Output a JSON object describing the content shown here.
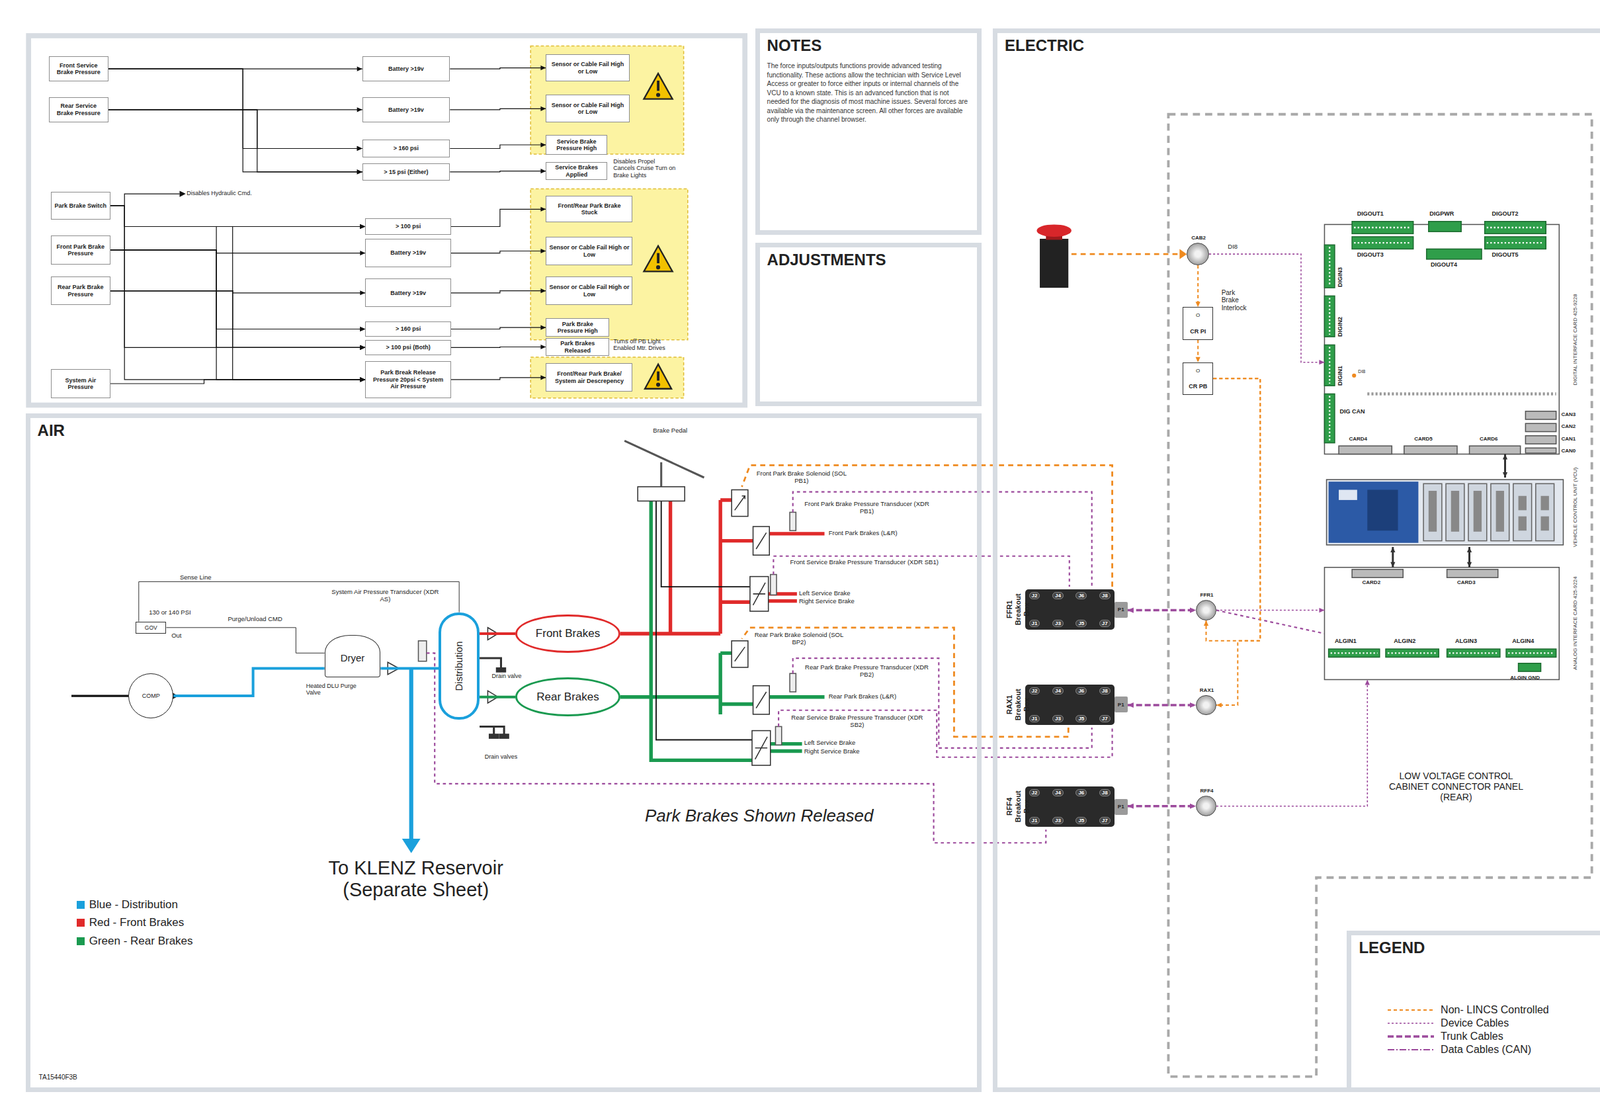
{
  "diagram": {
    "nodes": [
      {
        "text": [
          "Front Service Brake Pressure"
        ]
      },
      {
        "text": [
          "Battery >19v"
        ]
      },
      {
        "text": [
          "Sensor or Cable Fail High or Low"
        ]
      },
      {
        "text": [
          "Rear Service Brake Pressure"
        ]
      },
      {
        "text": [
          "Battery >19v"
        ]
      },
      {
        "text": [
          "Sensor or Cable Fail High or Low"
        ]
      },
      {
        "text": [
          "> 160 psi"
        ]
      },
      {
        "text": [
          "Service Brake Pressure High"
        ]
      },
      {
        "text": [
          "> 15 psi (Either)"
        ]
      },
      {
        "text": [
          "Service Brakes Applied"
        ]
      },
      {
        "text": [
          "Park Brake Switch"
        ]
      },
      {
        "text": [
          "> 100 psi"
        ]
      },
      {
        "text": [
          "Front/Rear Park Brake Stuck"
        ]
      },
      {
        "text": [
          "Front Park Brake Pressure"
        ]
      },
      {
        "text": [
          "Battery >19v"
        ]
      },
      {
        "text": [
          "Sensor or Cable Fail High or Low"
        ]
      },
      {
        "text": [
          "Rear Park Brake Pressure"
        ]
      },
      {
        "text": [
          "Battery >19v"
        ]
      },
      {
        "text": [
          "Sensor or Cable Fail High or Low"
        ]
      },
      {
        "text": [
          "> 160 psi"
        ]
      },
      {
        "text": [
          "Park Brake Pressure High"
        ]
      },
      {
        "text": [
          "> 100 psi (Both)"
        ]
      },
      {
        "text": [
          "Park Brakes Released"
        ]
      },
      {
        "text": [
          "System Air Pressure"
        ]
      },
      {
        "text": [
          "Park Break Release Pressure 20psi < System Air Pressure"
        ]
      },
      {
        "text": [
          "Front/Rear Park Brake/ System air Descrepency"
        ]
      },
      {
        "text": [
          "NOTES",
          "The force inputs/outputs functions provide advanced testing functionality. These actions allow the technician with Service Level Access or greater to force either inputs or internal channels of the VCU to a known state. This is an advanced function that is not needed for the diagnosis of most machine issues. Several forces are available via the maintenance screen. All other forces are available only through the channel browser."
        ]
      },
      {
        "text": [
          "ADJUSTMENTS"
        ]
      },
      {
        "text": [
          "AIR"
        ]
      },
      {
        "text": [
          "Front Brakes"
        ],
        "in": 28
      },
      {
        "text": [
          "Rear Brakes"
        ],
        "in": 28
      },
      {
        "text": [
          "Distribution"
        ],
        "in": 28
      },
      {
        "text": [
          "Dryer"
        ],
        "in": 28
      },
      {
        "text": [
          "GOV"
        ],
        "in": 28
      },
      {
        "text": [
          "COMP"
        ],
        "in": 28
      },
      {
        "text": [
          "ELECTRIC"
        ]
      },
      {
        "text": [
          "CAB2"
        ],
        "in": 35
      },
      {
        "text": [
          "O",
          "CR PI"
        ],
        "in": 35
      },
      {
        "text": [
          "O",
          "CR PB"
        ],
        "in": 35
      },
      {
        "text": [
          "DIGITAL INTERFACE CARD 425-9228"
        ],
        "in": 35
      },
      {
        "text": [
          "VEHICLE CONTROL UNIT (VCU)"
        ],
        "in": 35
      },
      {
        "text": [
          "ANALOG INTERFACE CARD 425-9224"
        ],
        "in": 35
      },
      {
        "text": [
          "FFR1 Breakout Box",
          "J2",
          "J4",
          "J6",
          "J8",
          "J1",
          "J3",
          "J5",
          "J7",
          "P1"
        ],
        "in": 35
      },
      {
        "text": [
          "RAX1 Breakout Box",
          "J2",
          "J4",
          "J6",
          "J8",
          "J1",
          "J3",
          "J5",
          "J7",
          "P1"
        ],
        "in": 35
      },
      {
        "text": [
          "RFF4 Breakout Box",
          "J2",
          "J4",
          "J6",
          "J8",
          "J1",
          "J3",
          "J5",
          "J7",
          "P1"
        ],
        "in": 35
      },
      {
        "text": [
          "FFR1"
        ],
        "in": 35
      },
      {
        "text": [
          "RAX1"
        ],
        "in": 35
      },
      {
        "text": [
          "RFF4"
        ],
        "in": 35
      },
      {
        "text": [
          "LEGEND"
        ],
        "in": 35
      }
    ],
    "edges": [
      {
        "from": 0,
        "to": 1,
        "arrow": "to"
      },
      {
        "from": 0,
        "to": 6,
        "arrow": "to"
      },
      {
        "from": 0,
        "to": 8,
        "arrow": "to"
      },
      {
        "from": 3,
        "to": 4,
        "arrow": "to"
      },
      {
        "from": 3,
        "to": 6,
        "arrow": "to"
      },
      {
        "from": 3,
        "to": 8,
        "arrow": "to"
      },
      {
        "from": 1,
        "to": 2,
        "arrow": "to"
      },
      {
        "from": 4,
        "to": 5,
        "arrow": "to"
      },
      {
        "from": 6,
        "to": 7,
        "arrow": "to"
      },
      {
        "from": 8,
        "to": 9,
        "arrow": "to"
      },
      {
        "from": 10,
        "to": 11,
        "arrow": "to"
      },
      {
        "from": 10,
        "to": 21,
        "arrow": "to"
      },
      {
        "from": 10,
        "to": 24,
        "arrow": "to"
      },
      {
        "from": 13,
        "to": 11,
        "arrow": "to"
      },
      {
        "from": 13,
        "to": 14,
        "arrow": "to"
      },
      {
        "from": 13,
        "to": 19,
        "arrow": "to"
      },
      {
        "from": 13,
        "to": 21,
        "arrow": "to"
      },
      {
        "from": 13,
        "to": 24,
        "arrow": "to"
      },
      {
        "from": 16,
        "to": 11,
        "arrow": "to"
      },
      {
        "from": 16,
        "to": 17,
        "arrow": "to"
      },
      {
        "from": 16,
        "to": 19,
        "arrow": "to"
      },
      {
        "from": 16,
        "to": 21,
        "arrow": "to"
      },
      {
        "from": 16,
        "to": 24,
        "arrow": "to"
      },
      {
        "from": 23,
        "to": 24,
        "arrow": "to"
      },
      {
        "from": 11,
        "to": 12,
        "arrow": "to"
      },
      {
        "from": 14,
        "to": 15,
        "arrow": "to"
      },
      {
        "from": 17,
        "to": 18,
        "arrow": "to"
      },
      {
        "from": 19,
        "to": 20,
        "arrow": "to"
      },
      {
        "from": 21,
        "to": 22,
        "arrow": "to"
      },
      {
        "from": 24,
        "to": 25,
        "arrow": "to"
      },
      {
        "from": 34,
        "to": 32,
        "arrow": "none"
      },
      {
        "from": 32,
        "to": 31,
        "arrow": "none"
      },
      {
        "from": 31,
        "to": 29,
        "arrow": "none"
      },
      {
        "from": 31,
        "to": 30,
        "arrow": "none"
      },
      {
        "from": 33,
        "to": 32,
        "label": "Purge/Unload CMD",
        "arrow": "none"
      },
      {
        "from": 33,
        "to": 31,
        "label": "Sense Line",
        "arrow": "none"
      },
      {
        "from": 36,
        "to": 37,
        "arrow": "to"
      },
      {
        "from": 37,
        "to": 38,
        "arrow": "to"
      },
      {
        "from": 36,
        "to": 39,
        "label": "DI8",
        "arrow": "to"
      },
      {
        "from": 38,
        "to": 45,
        "arrow": "to"
      },
      {
        "from": 38,
        "to": 46,
        "arrow": "to"
      },
      {
        "from": 42,
        "to": 45,
        "arrow": "both"
      },
      {
        "from": 43,
        "to": 46,
        "arrow": "both"
      },
      {
        "from": 44,
        "to": 47,
        "arrow": "both"
      },
      {
        "from": 45,
        "to": 41,
        "arrow": "to"
      },
      {
        "from": 47,
        "to": 41,
        "arrow": "to"
      },
      {
        "from": 40,
        "to": 39,
        "arrow": "both"
      },
      {
        "from": 40,
        "to": 41,
        "arrow": "both"
      },
      {
        "from": 40,
        "to": 41,
        "arrow": "both"
      }
    ],
    "labels": [
      "Disables Hydraulic Cmd.",
      "Disables Propel Cancels Cruise Turn on Brake Lights",
      "Turns off PB Light Enabled Mtr. Drives",
      "Brake Pedal",
      "Front Park Brake Solenoid (SOL PB1)",
      "Front Park Brake Pressure Transducer (XDR PB1)",
      "Front Park Brakes (L&R)",
      "Front Service Brake Pressure Transducer (XDR SB1)",
      "Left Service Brake",
      "Right Service Brake",
      "Rear Park Brake Solenoid (SOL BP2)",
      "Rear Park Brake Pressure Transducer (XDR PB2)",
      "Rear Park Brakes (L&R)",
      "Rear Service Brake Pressure Transducer (XDR SB2)",
      "Left Service Brake",
      "Right Service Brake",
      "System Air Pressure Transducer (XDR AS)",
      "130 or 140 PSI",
      "Out",
      "Heated DLU Purge Valve",
      "Drain valve",
      "Drain valves",
      "Park Brakes Shown Released",
      "To KLENZ Reservoir (Separate Sheet)",
      "TA15440F3B",
      "Park Brake Interlock",
      "DIGOUT1",
      "DIGPWR",
      "DIGOUT2",
      "DIGOUT3",
      "DIGOUT4",
      "DIGOUT5",
      "DIGIN3",
      "DIGIN2",
      "DIGIN1",
      "DI8",
      "DIG CAN",
      "CAN3",
      "CAN2",
      "CAN1",
      "CAN0",
      "CARD4",
      "CARD5",
      "CARD6",
      "CARD2",
      "CARD3",
      "ALGIN1",
      "ALGIN2",
      "ALGIN3",
      "ALGIN4",
      "ALGIN GND",
      "LOW VOLTAGE CONTROL CABINET CONNECTOR PANEL (REAR)"
    ],
    "legend": [
      {
        "text": "Blue - Distribution",
        "color": "#1aa0dc"
      },
      {
        "text": "Red - Front Brakes",
        "color": "#e02a2a"
      },
      {
        "text": "Green - Rear Brakes",
        "color": "#1a9a50"
      },
      {
        "text": "Non- LINCS Controlled"
      },
      {
        "text": "Device Cables"
      },
      {
        "text": "Trunk Cables"
      },
      {
        "text": "Data Cables (CAN)"
      }
    ]
  }
}
